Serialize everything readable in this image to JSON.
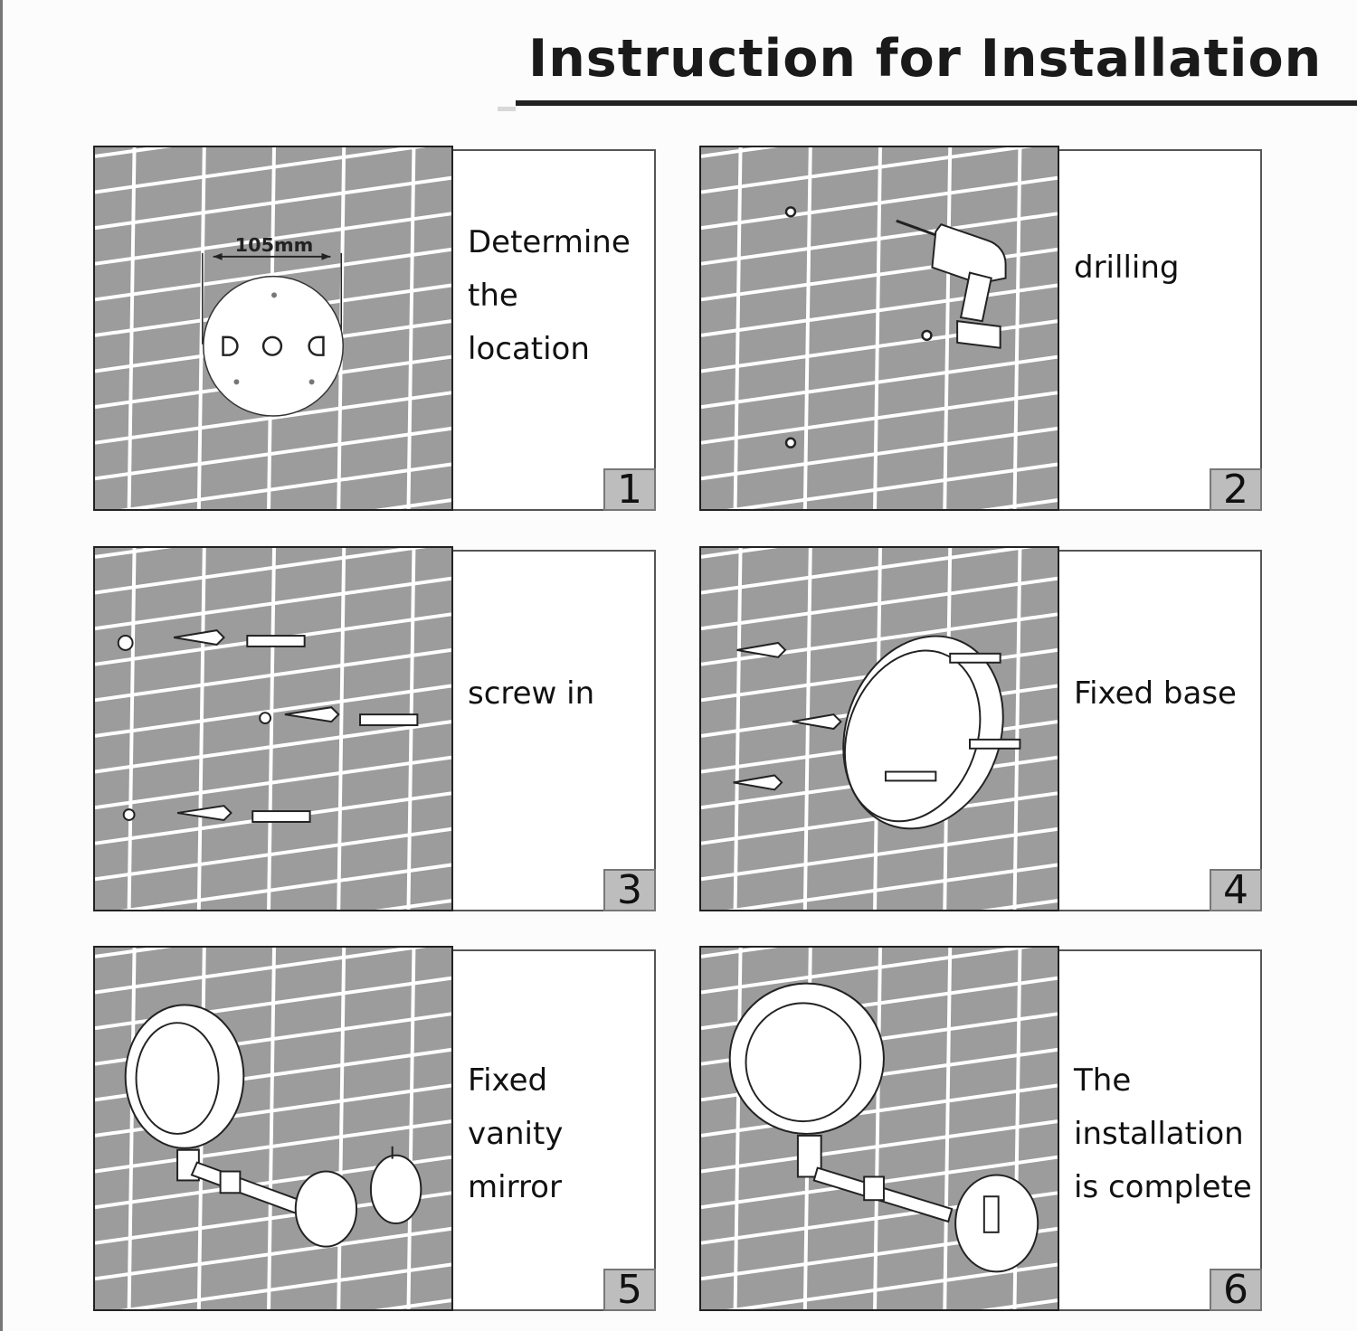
{
  "page": {
    "title": "Instruction for Installation"
  },
  "colors": {
    "tile_fill": "#9c9c9c",
    "grout": "#ffffff",
    "outline": "#222222",
    "number_badge": "#bdbdbd"
  },
  "steps": [
    {
      "number": "1",
      "label": "Determine\nthe\nlocation",
      "dimension_label": "105mm",
      "icon": "wall-plate-template"
    },
    {
      "number": "2",
      "label": "drilling",
      "icon": "power-drill"
    },
    {
      "number": "3",
      "label": "screw in",
      "icon": "anchors-and-screws"
    },
    {
      "number": "4",
      "label": "Fixed base",
      "icon": "mounting-base"
    },
    {
      "number": "5",
      "label": "Fixed\nvanity\nmirror",
      "icon": "vanity-mirror-attach"
    },
    {
      "number": "6",
      "label": "The\ninstallation\nis complete",
      "icon": "vanity-mirror-complete"
    }
  ]
}
